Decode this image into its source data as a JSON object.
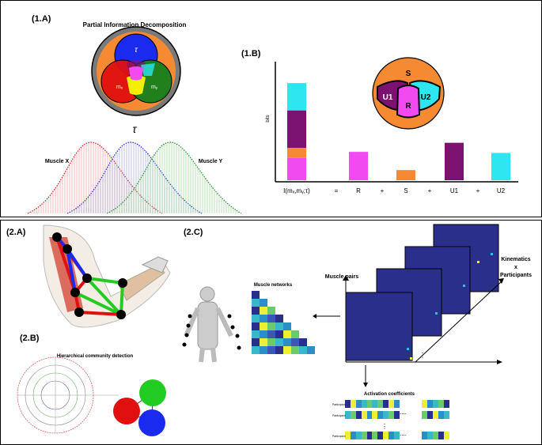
{
  "panels": {
    "p1a": {
      "label": "(1.A)",
      "title": "Partial Information Decomposition",
      "tau": "τ",
      "mx": "mₓ",
      "my": "mᵧ",
      "muscle_x": "Muscle X",
      "muscle_y": "Muscle Y"
    },
    "p1b": {
      "label": "(1.B)",
      "ylabel": "bits",
      "s": "S",
      "u1": "U1",
      "u2": "U2",
      "r": "R"
    },
    "p2a": {
      "label": "(2.A)"
    },
    "p2b": {
      "label": "(2.B)",
      "title": "Hierarchical community detection"
    },
    "p2c": {
      "label": "(2.C)",
      "muscle_networks": "Muscle networks",
      "muscle_pairs": "Muscle pairs",
      "kin1": "Kinematics",
      "kin2": "x",
      "kin3": "Participants",
      "activation": "Activation coefficients",
      "participant": "Participant",
      "dots": "....",
      "vdots": "⋮"
    }
  },
  "chart_data": {
    "type": "bar",
    "categories": [
      "I(mₓ,mᵧ;τ)",
      "R",
      "S",
      "U1",
      "U2"
    ],
    "operators": [
      "=",
      "+",
      "+",
      "+"
    ],
    "values": [
      100,
      28,
      10,
      37,
      27
    ],
    "stack": [
      {
        "name": "R",
        "value": 22,
        "color": "#f04af0"
      },
      {
        "name": "S",
        "value": 10,
        "color": "#f58a33"
      },
      {
        "name": "U1",
        "value": 37,
        "color": "#7b1272"
      },
      {
        "name": "U2",
        "value": 27,
        "color": "#2ee6f0"
      }
    ],
    "colors": [
      "",
      "#f04af0",
      "#f58a33",
      "#7b1272",
      "#2ee6f0"
    ]
  }
}
